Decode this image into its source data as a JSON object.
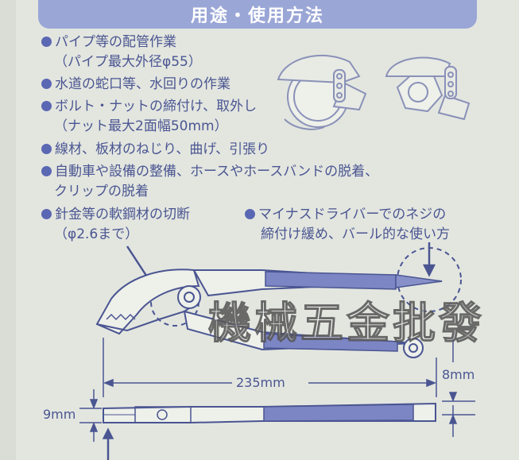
{
  "header": {
    "title": "用途・使用方法"
  },
  "uses": [
    {
      "text": "パイプ等の配管作業",
      "sub": "（パイプ最大外径φ55）"
    },
    {
      "text": "水道の蛇口等、水回りの作業"
    },
    {
      "text": "ボルト・ナットの締付け、取外し",
      "sub": "（ナット最大2面幅50mm）"
    },
    {
      "text": "線材、板材のねじり、曲げ、引張り"
    },
    {
      "text": "自動車や設備の整備、ホースやホースバンドの脱着、",
      "sub": "クリップの脱着"
    },
    {
      "text": "針金等の軟鋼材の切断",
      "sub": "（φ2.6まで）"
    },
    {
      "text": "マイナスドライバーでのネジの",
      "sub": "締付け緩め、バール的な使い方"
    }
  ],
  "dimensions": {
    "length": "235mm",
    "tip_width": "8mm",
    "thickness": "9mm"
  },
  "watermark": "機械五金批發",
  "colors": {
    "accent": "#5a67b3",
    "header_band": "#9aa6d6",
    "grip": "#7d86c4",
    "text": "#4a5592"
  }
}
